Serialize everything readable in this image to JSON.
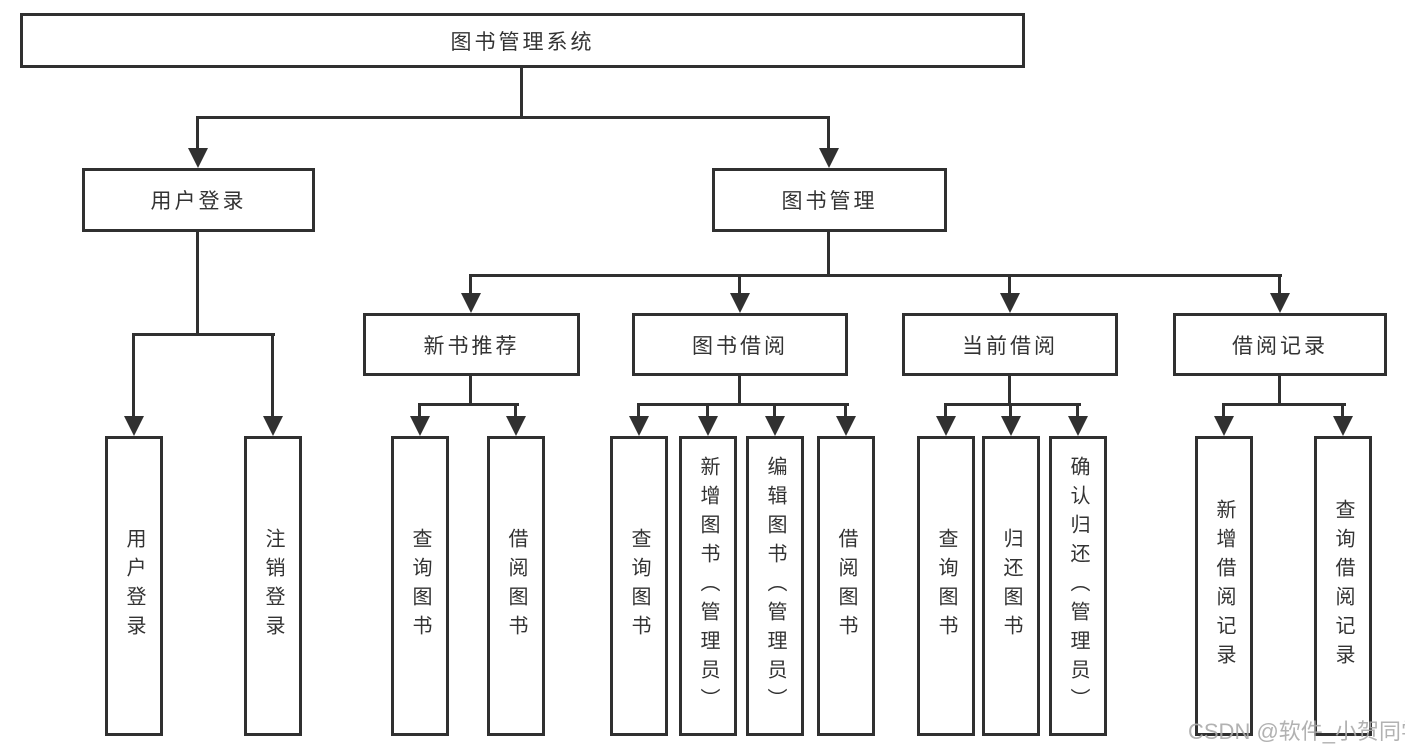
{
  "diagram": {
    "root": {
      "label": "图书管理系统"
    },
    "branches": [
      {
        "label": "用户登录",
        "children": [
          {
            "label": "用户登录"
          },
          {
            "label": "注销登录"
          }
        ]
      },
      {
        "label": "图书管理",
        "children": [
          {
            "label": "新书推荐",
            "children": [
              {
                "label": "查询图书"
              },
              {
                "label": "借阅图书"
              }
            ]
          },
          {
            "label": "图书借阅",
            "children": [
              {
                "label": "查询图书"
              },
              {
                "label": "新增图书（管理员）"
              },
              {
                "label": "编辑图书（管理员）"
              },
              {
                "label": "借阅图书"
              }
            ]
          },
          {
            "label": "当前借阅",
            "children": [
              {
                "label": "查询图书"
              },
              {
                "label": "归还图书"
              },
              {
                "label": "确认归还（管理员）"
              }
            ]
          },
          {
            "label": "借阅记录",
            "children": [
              {
                "label": "新增借阅记录"
              },
              {
                "label": "查询借阅记录"
              }
            ]
          }
        ]
      }
    ]
  },
  "watermark": {
    "text": "CSDN @软件_小贺同学"
  },
  "colors": {
    "line": "#303030",
    "text": "#333333",
    "watermark": "#aaaaaa",
    "background": "#ffffff"
  }
}
